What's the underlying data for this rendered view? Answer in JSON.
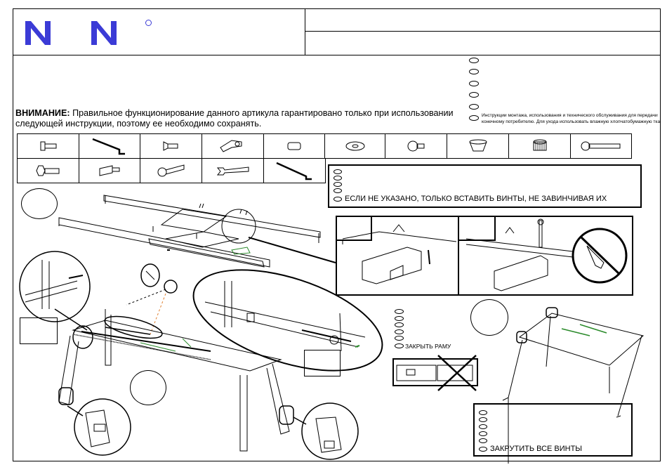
{
  "header": {
    "logo_mark_left": "N",
    "logo_mark_right": "N"
  },
  "warning": {
    "label": "ВНИМАНИЕ:",
    "text": "Правильное функционирование данного артикула гарантировано только при использовании следующей инструкции, поэтому ее  необходимо сохранять."
  },
  "side_note": {
    "line1": "Инструкции монтажа, использования и технического обслуживания для передачи",
    "line2": "конечному потребителю. Для ухода использовать влажную хлопчатобумажную ткань"
  },
  "hardware_notice": {
    "text": "ЕСЛИ НЕ УКАЗАНО, ТОЛЬКО ВСТАВИТЬ ВИНТЫ, НЕ ЗАВИНЧИВАЯ ИХ"
  },
  "frame_step": {
    "text": "ЗАКРЫТЬ РАМУ"
  },
  "final_step": {
    "text": "ЗАКРУТИТЬ ВСЕ ВИНТЫ"
  },
  "parts": {
    "row1": [
      "bolt-icon",
      "allen-key-icon",
      "flat-screw-icon",
      "wrench-bracket-icon",
      "dowel-icon",
      "washer-icon",
      "cap-screw-icon",
      "cone-nut-icon",
      "knurled-nut-icon",
      "long-bolt-icon"
    ],
    "row2": [
      "hex-barrel-icon",
      "dowel-pin-icon",
      "socket-rod-icon",
      "spanner-icon",
      "long-allen-key-icon"
    ]
  },
  "colors": {
    "brand": "#3b3bd6",
    "line": "#000000",
    "accent_green": "#2a8a2a",
    "accent_orange": "#e08030"
  }
}
